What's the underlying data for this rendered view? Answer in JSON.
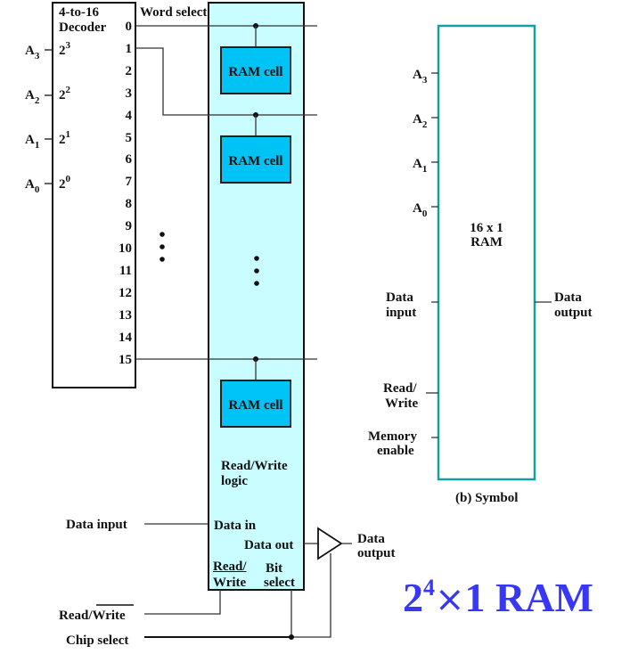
{
  "colors": {
    "array_fill": "#c9fdff",
    "cell_fill": "#00c3f5",
    "symbol_border": "#14a0a0",
    "title_color": "#3737f5"
  },
  "decoder": {
    "title_line1": "4-to-16",
    "title_line2": "Decoder",
    "inputs": [
      {
        "label": "A",
        "sub": "3",
        "weight_base": "2",
        "weight_exp": "3"
      },
      {
        "label": "A",
        "sub": "2",
        "weight_base": "2",
        "weight_exp": "2"
      },
      {
        "label": "A",
        "sub": "1",
        "weight_base": "2",
        "weight_exp": "1"
      },
      {
        "label": "A",
        "sub": "0",
        "weight_base": "2",
        "weight_exp": "0"
      }
    ],
    "outputs": [
      "0",
      "1",
      "2",
      "3",
      "4",
      "5",
      "6",
      "7",
      "8",
      "9",
      "10",
      "11",
      "12",
      "13",
      "14",
      "15"
    ]
  },
  "array": {
    "word_select_label": "Word select",
    "cells": [
      "RAM cell",
      "RAM cell",
      "RAM cell"
    ],
    "rw_logic_line1": "Read/Write",
    "rw_logic_line2": "logic",
    "data_in_label": "Data in",
    "data_out_label": "Data out",
    "rw_port_line1": "Read/",
    "rw_port_line2": "Write",
    "bit_select_line1": "Bit",
    "bit_select_line2": "select"
  },
  "external": {
    "data_input": "Data input",
    "read_write": "Read/Write",
    "chip_select": "Chip select",
    "data_output_line1": "Data",
    "data_output_line2": "output"
  },
  "symbol": {
    "center_line1": "16 x 1",
    "center_line2": "RAM",
    "address_inputs": [
      {
        "label": "A",
        "sub": "3"
      },
      {
        "label": "A",
        "sub": "2"
      },
      {
        "label": "A",
        "sub": "1"
      },
      {
        "label": "A",
        "sub": "0"
      }
    ],
    "data_input_line1": "Data",
    "data_input_line2": "input",
    "rw_line1": "Read/",
    "rw_line2": "Write",
    "mem_enable_line1": "Memory",
    "mem_enable_line2": "enable",
    "data_output_line1": "Data",
    "data_output_line2": "output",
    "caption": "(b) Symbol"
  },
  "title": {
    "base": "2",
    "exp": "4",
    "times": "×",
    "rest": "1 RAM"
  }
}
